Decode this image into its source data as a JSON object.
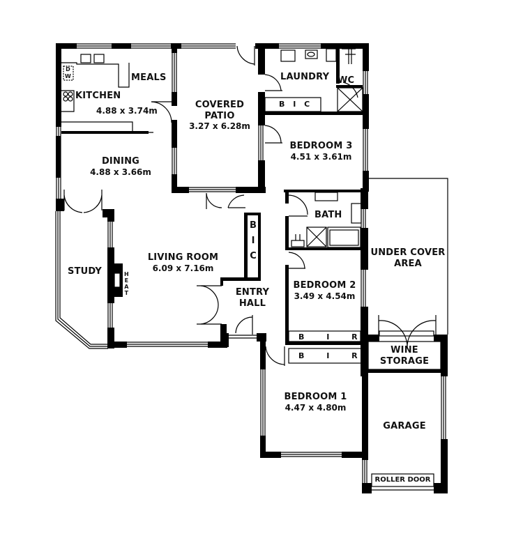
{
  "plan": {
    "colors": {
      "wall": "#000000",
      "background": "#ffffff",
      "text": "#111111"
    },
    "rooms": {
      "kitchen": {
        "name": "KITCHEN",
        "dimensions": "4.88 x 3.74m"
      },
      "meals": {
        "name": "MEALS"
      },
      "covered_patio": {
        "name_line1": "COVERED",
        "name_line2": "PATIO",
        "dimensions": "3.27 x 6.28m"
      },
      "laundry": {
        "name": "LAUNDRY"
      },
      "wc": {
        "name": "WC"
      },
      "laundry_bic": {
        "name": "B I C"
      },
      "bedroom3": {
        "name": "BEDROOM 3",
        "dimensions": "4.51 x 3.61m"
      },
      "dining": {
        "name": "DINING",
        "dimensions": "4.88 x 3.66m"
      },
      "study": {
        "name": "STUDY"
      },
      "heater": {
        "name": "H E A T",
        "l1": "H",
        "l2": "E",
        "l3": "A",
        "l4": "T"
      },
      "living_room": {
        "name": "LIVING ROOM",
        "dimensions": "6.09 x 7.16m"
      },
      "living_bic": {
        "l1": "B",
        "l2": "I",
        "l3": "C"
      },
      "entry_hall": {
        "name_line1": "ENTRY",
        "name_line2": "HALL"
      },
      "bath": {
        "name": "BATH"
      },
      "under_cover_area": {
        "name_line1": "UNDER COVER",
        "name_line2": "AREA"
      },
      "bedroom2": {
        "name": "BEDROOM 2",
        "dimensions": "3.49 x 4.54m"
      },
      "bedroom2_bir": {
        "name": "B I R"
      },
      "bedroom1_bir": {
        "name": "B I R"
      },
      "wine_storage": {
        "name_line1": "WINE",
        "name_line2": "STORAGE"
      },
      "bedroom1": {
        "name": "BEDROOM 1",
        "dimensions": "4.47 x 4.80m"
      },
      "garage": {
        "name": "GARAGE"
      },
      "roller_door": {
        "name": "ROLLER DOOR"
      },
      "dishwasher": {
        "l1": "D",
        "l2": "W"
      }
    }
  }
}
